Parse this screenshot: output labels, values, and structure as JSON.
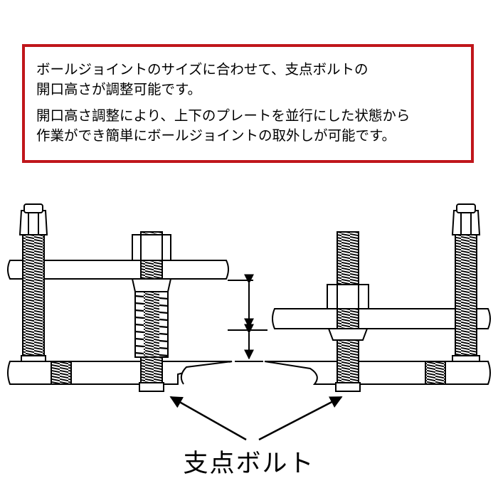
{
  "note": {
    "paragraph1": [
      "ボールジョイントのサイズに合わせて、支点ボルトの",
      "開口高さが調整可能です。"
    ],
    "paragraph2": [
      "開口高さ調整により、上下のプレートを並行にした状態から",
      "作業ができ簡単にボールジョイントの取外しが可能です。"
    ]
  },
  "caption": "支点ボルト",
  "colors": {
    "border": "#c0161b",
    "line": "#000000",
    "bolt_fill": "#4a4a4a"
  }
}
